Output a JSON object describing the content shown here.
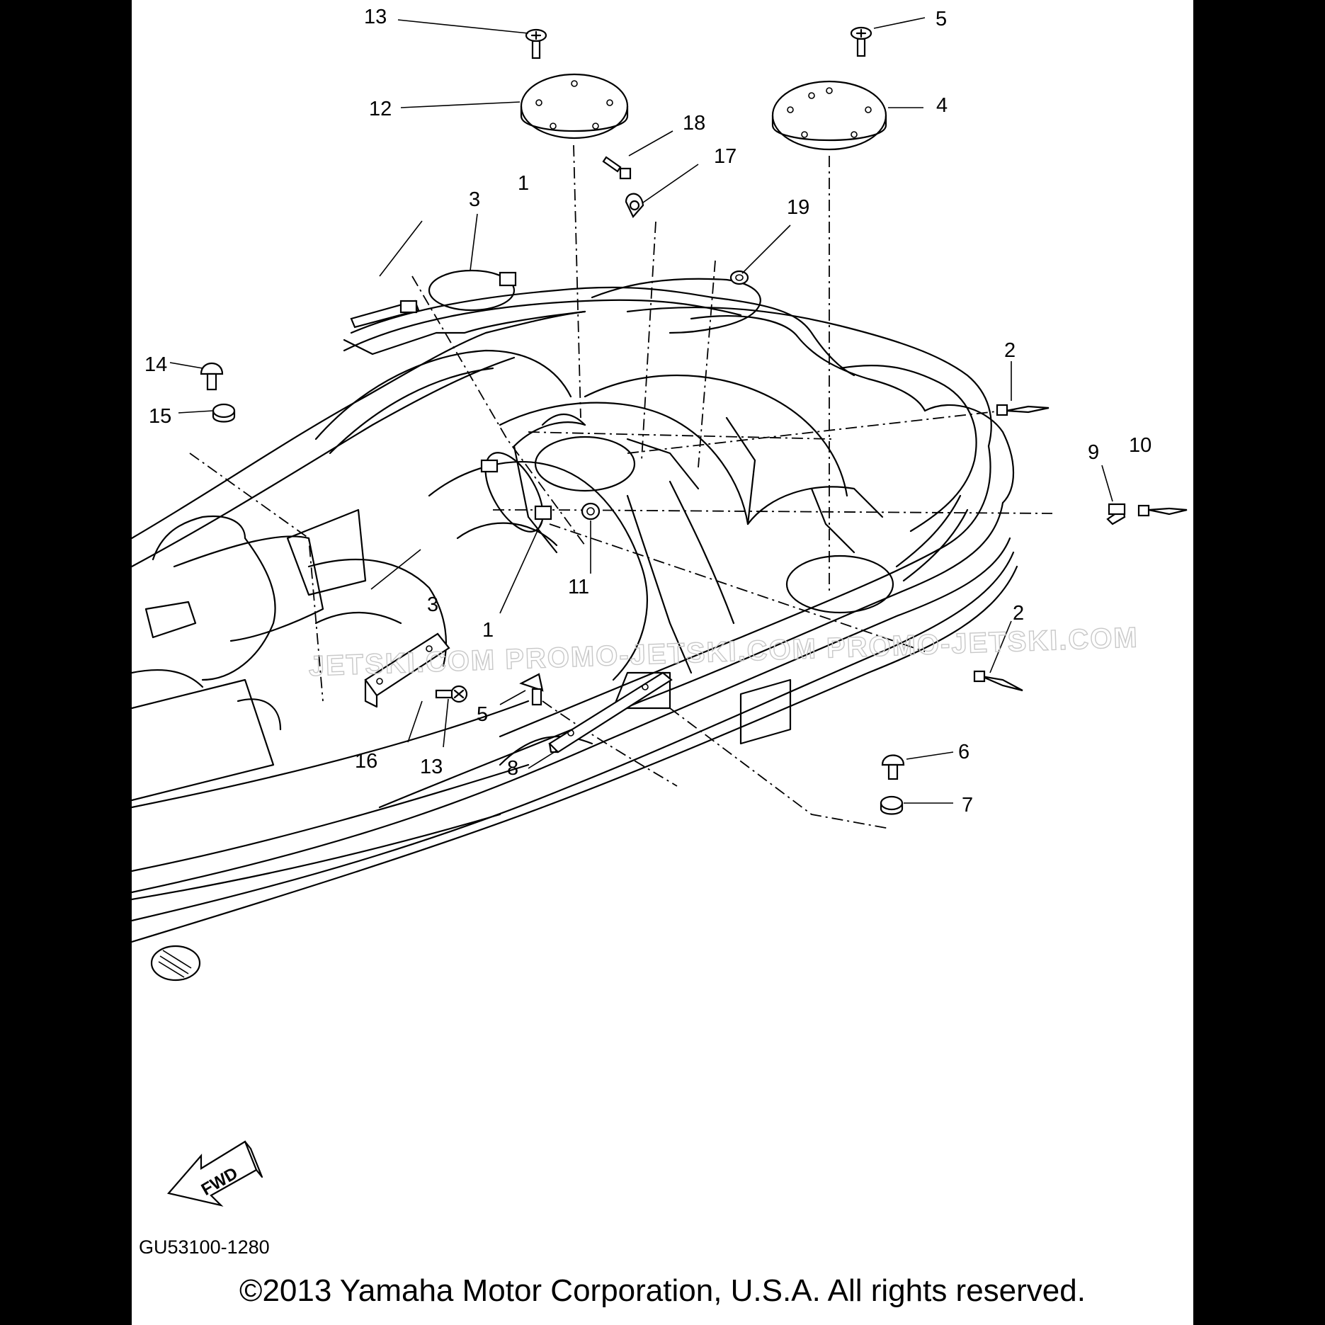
{
  "diagram": {
    "code": "GU53100-1280",
    "copyright": "©2013 Yamaha Motor Corporation, U.S.A. All rights reserved.",
    "fwd_label": "FWD",
    "watermark": "JETSKI.COM  PROMO-JETSKI.COM  PROMO-JETSKI.COM"
  },
  "callouts": {
    "c13_top": "13",
    "c5_top": "5",
    "c12": "12",
    "c4": "4",
    "c18": "18",
    "c17": "17",
    "c1_top": "1",
    "c3_top": "3",
    "c19": "19",
    "c14": "14",
    "c15": "15",
    "c2_top": "2",
    "c9": "9",
    "c10": "10",
    "c11": "11",
    "c3_mid": "3",
    "c1_mid": "1",
    "c2_bot": "2",
    "c5_mid": "5",
    "c16": "16",
    "c13_mid": "13",
    "c8": "8",
    "c6": "6",
    "c7": "7"
  }
}
